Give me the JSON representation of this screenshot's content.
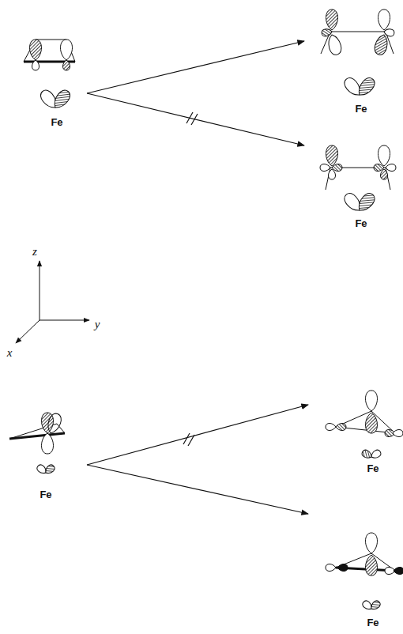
{
  "diagram": {
    "labels": [
      "Fe",
      "Fe",
      "Fe",
      "z",
      "x",
      "y",
      "Fe",
      "Fe",
      "Fe"
    ]
  }
}
